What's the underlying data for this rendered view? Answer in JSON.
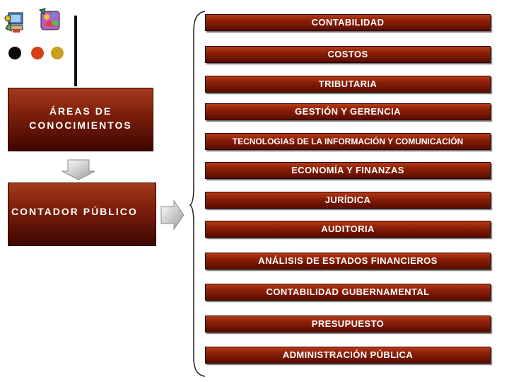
{
  "areas_box": {
    "line1": "ÁREAS DE",
    "line2": "CONOCIMIENTOS"
  },
  "contador_box": {
    "label": "CONTADOR PÚBLICO"
  },
  "dots": {
    "colors": [
      "#0a0a0a",
      "#d9401a",
      "#c9a020"
    ]
  },
  "icons": {
    "left": "computer-clipart-icon",
    "right": "colorful-figures-clipart-icon"
  },
  "knowledge_areas": [
    "CONTABILIDAD",
    "COSTOS",
    "TRIBUTARIA",
    "GESTIÓN Y GERENCIA",
    "TECNOLOGIAS DE LA INFORMACIÓN Y COMUNICACIÓN",
    "ECONOMÍA Y FINANZAS",
    "JURÍDICA",
    "AUDITORIA",
    "ANÁLISIS DE ESTADOS FINANCIEROS",
    "CONTABILIDAD GUBERNAMENTAL",
    "PRESUPUESTO",
    "ADMINISTRACIÓN PÚBLICA"
  ]
}
